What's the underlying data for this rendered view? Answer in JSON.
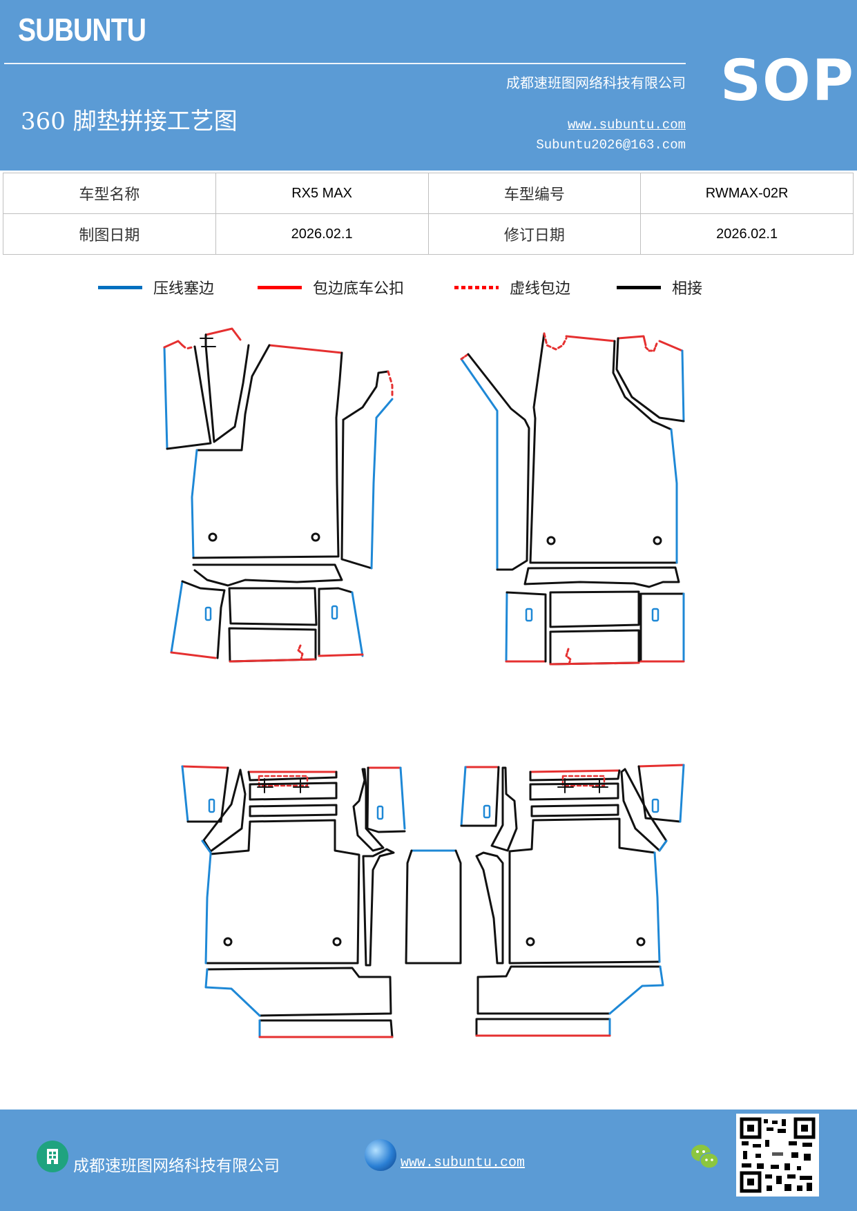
{
  "header": {
    "brand": "SUBUNTU",
    "title": "360 脚垫拼接工艺图",
    "company": "成都速班图网络科技有限公司",
    "website": "www.subuntu.com",
    "email": "Subuntu2026@163.com",
    "badge": "SOP",
    "background_color": "#5b9bd5"
  },
  "info_table": {
    "rows": [
      {
        "label1": "车型名称",
        "value1": "RX5 MAX",
        "label2": "车型编号",
        "value2": "RWMAX-02R"
      },
      {
        "label1": "制图日期",
        "value1": "2026.02.1",
        "label2": "修订日期",
        "value2": "2026.02.1"
      }
    ]
  },
  "legend": {
    "items": [
      {
        "label": "压线塞边",
        "color": "#0070c0",
        "style": "solid"
      },
      {
        "label": "包边底车公扣",
        "color": "#ff0000",
        "style": "solid"
      },
      {
        "label": "虚线包边",
        "color": "#ff0000",
        "style": "dotted"
      },
      {
        "label": "相接",
        "color": "#000000",
        "style": "solid"
      }
    ]
  },
  "diagram": {
    "line_colors": {
      "press": "#1e88d6",
      "wrap": "#e53030",
      "join": "#111111"
    },
    "mark_label": "止",
    "groups": [
      "front-left-mat",
      "front-right-mat",
      "rear-left-mat",
      "rear-center-mat",
      "rear-right-mat"
    ]
  },
  "footer": {
    "company": "成都速班图网络科技有限公司",
    "website": "www.subuntu.com",
    "icons": [
      "building-icon",
      "globe-icon",
      "wechat-icon",
      "qr-code"
    ]
  }
}
